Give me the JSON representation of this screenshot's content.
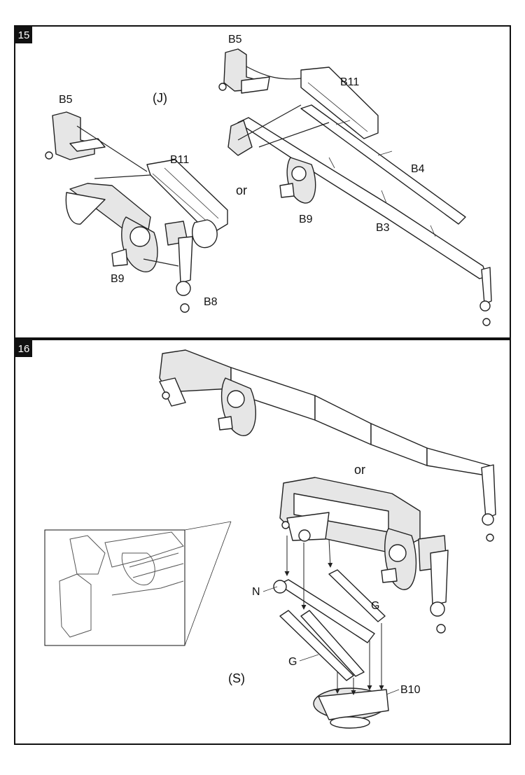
{
  "steps": [
    {
      "number": "15",
      "variant_label": "(J)",
      "connector": "or",
      "part_labels": [
        "B5",
        "B11",
        "B9",
        "B8",
        "B5",
        "B11",
        "B4",
        "B9",
        "B3"
      ]
    },
    {
      "number": "16",
      "connector": "or",
      "variant_label": "(S)",
      "part_labels": [
        "N",
        "G",
        "G",
        "B10"
      ]
    }
  ],
  "colors": {
    "ink": "#111111",
    "badge_bg": "#111111",
    "badge_text": "#ffffff",
    "part_fill": "#e6e6e6"
  }
}
